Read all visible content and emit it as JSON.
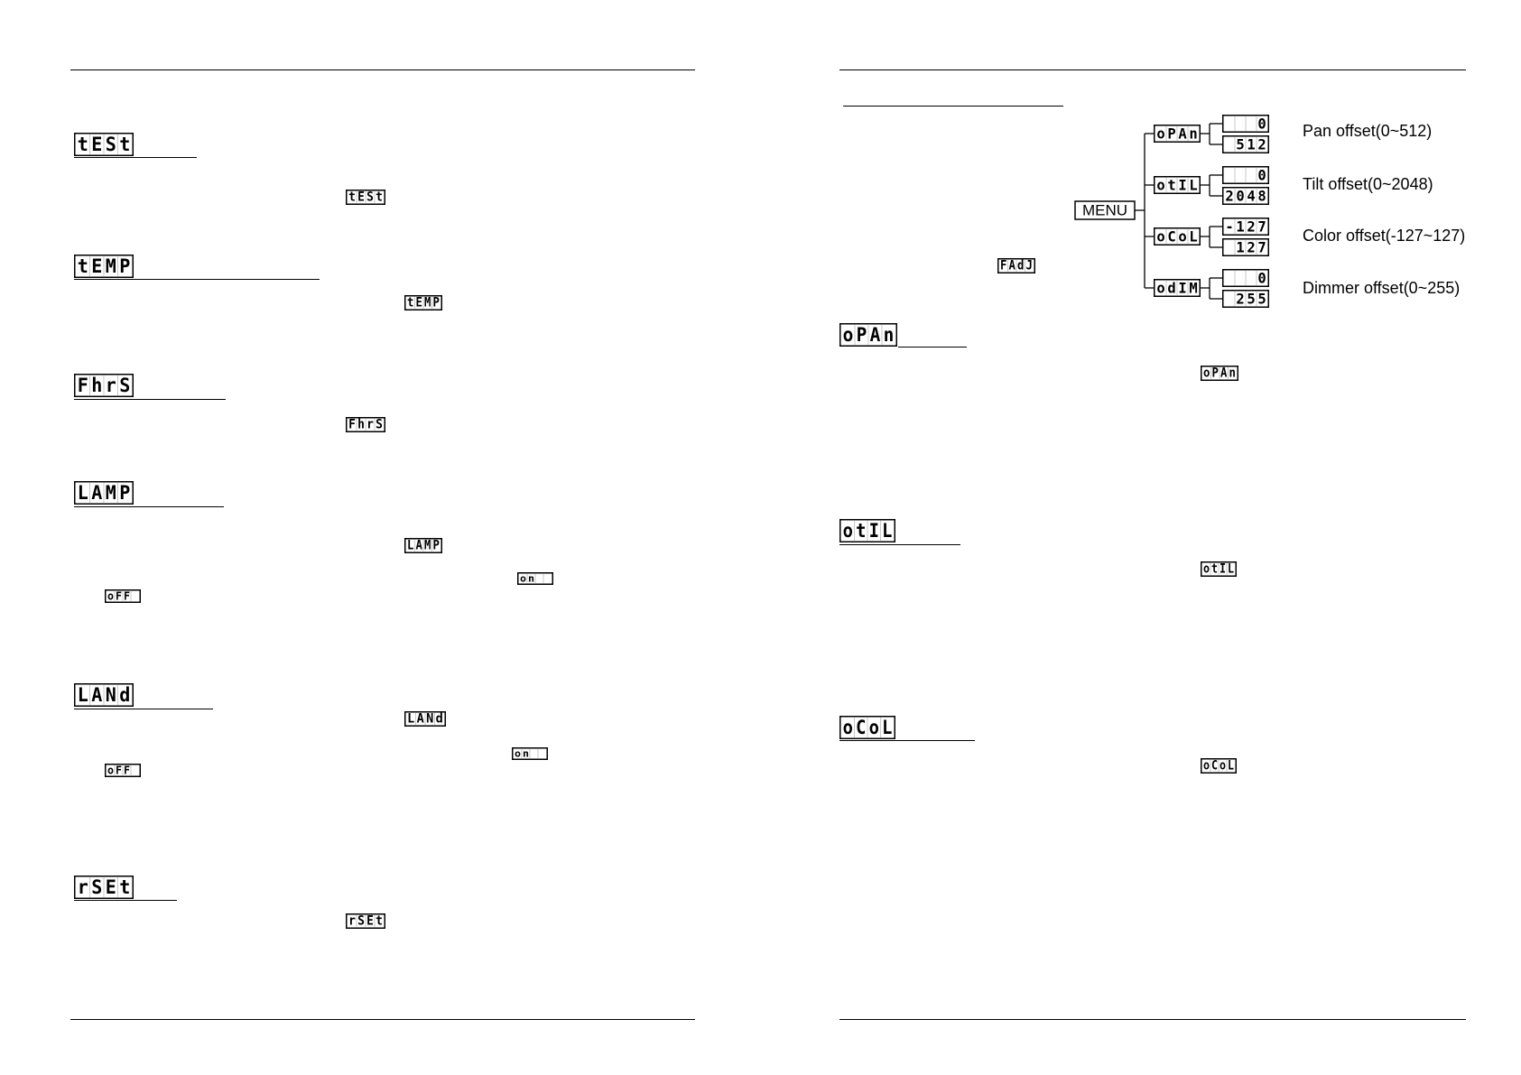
{
  "left_page": {
    "sections": [
      {
        "id": "test",
        "code": "tESt",
        "inline": "tESt"
      },
      {
        "id": "temp",
        "code": "tEMP",
        "inline": "tEMP"
      },
      {
        "id": "fhrs",
        "code": "FhrS",
        "inline": "FhrS"
      },
      {
        "id": "lamp",
        "code": "LAMP",
        "inline": "LAMP",
        "on": "on",
        "off": "oFF"
      },
      {
        "id": "land",
        "code": "LANd",
        "inline": "LANd",
        "on": "on",
        "off": "oFF"
      },
      {
        "id": "rset",
        "code": "rSEt",
        "inline": "rSEt"
      }
    ]
  },
  "right_page": {
    "fadj_inline": "FAdJ",
    "menu_tree": {
      "root": "MENU",
      "branches": [
        {
          "code": "oPAn",
          "min": "0",
          "max": "512",
          "label": "Pan offset(0~512)"
        },
        {
          "code": "otIL",
          "min": "0",
          "max": "2048",
          "label": "Tilt offset(0~2048)"
        },
        {
          "code": "oCoL",
          "min": "-127",
          "max": "127",
          "label": "Color offset(-127~127)"
        },
        {
          "code": "odIM",
          "min": "0",
          "max": "255",
          "label": "Dimmer offset(0~255)"
        }
      ]
    },
    "sections": [
      {
        "id": "opan",
        "code": "oPAn",
        "inline": "oPAn"
      },
      {
        "id": "otil",
        "code": "otIL",
        "inline": "otIL"
      },
      {
        "id": "ocol",
        "code": "oCoL",
        "inline": "oCoL"
      }
    ]
  }
}
